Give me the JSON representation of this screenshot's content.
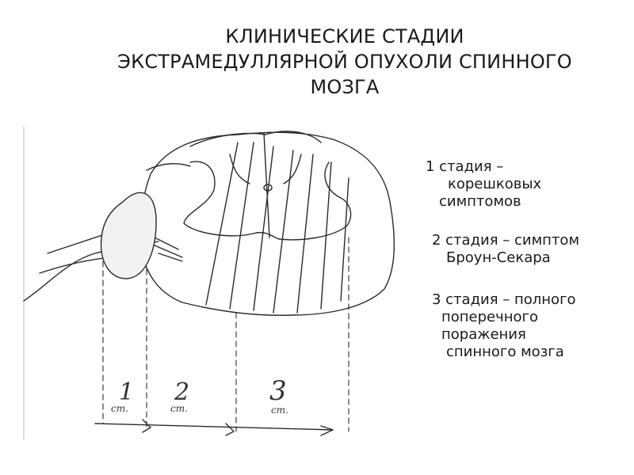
{
  "title": {
    "line1": "КЛИНИЧЕСКИЕ СТАДИИ",
    "line2": "ЭКСТРАМЕДУЛЛЯРНОЙ ОПУХОЛИ СПИННОГО",
    "line3": "МОЗГА"
  },
  "stages": [
    {
      "lines": [
        "1 стадия –",
        "корешковых",
        "симптомов"
      ]
    },
    {
      "lines": [
        "2 стадия – симптом",
        "Броун-Секара"
      ]
    },
    {
      "lines": [
        "3 стадия – полного",
        "поперечного",
        "поражения",
        "спинного мозга"
      ]
    }
  ],
  "diagram": {
    "markers": [
      {
        "number": "1",
        "abbr": "ст."
      },
      {
        "number": "2",
        "abbr": "ст."
      },
      {
        "number": "3",
        "abbr": "ст."
      }
    ]
  }
}
